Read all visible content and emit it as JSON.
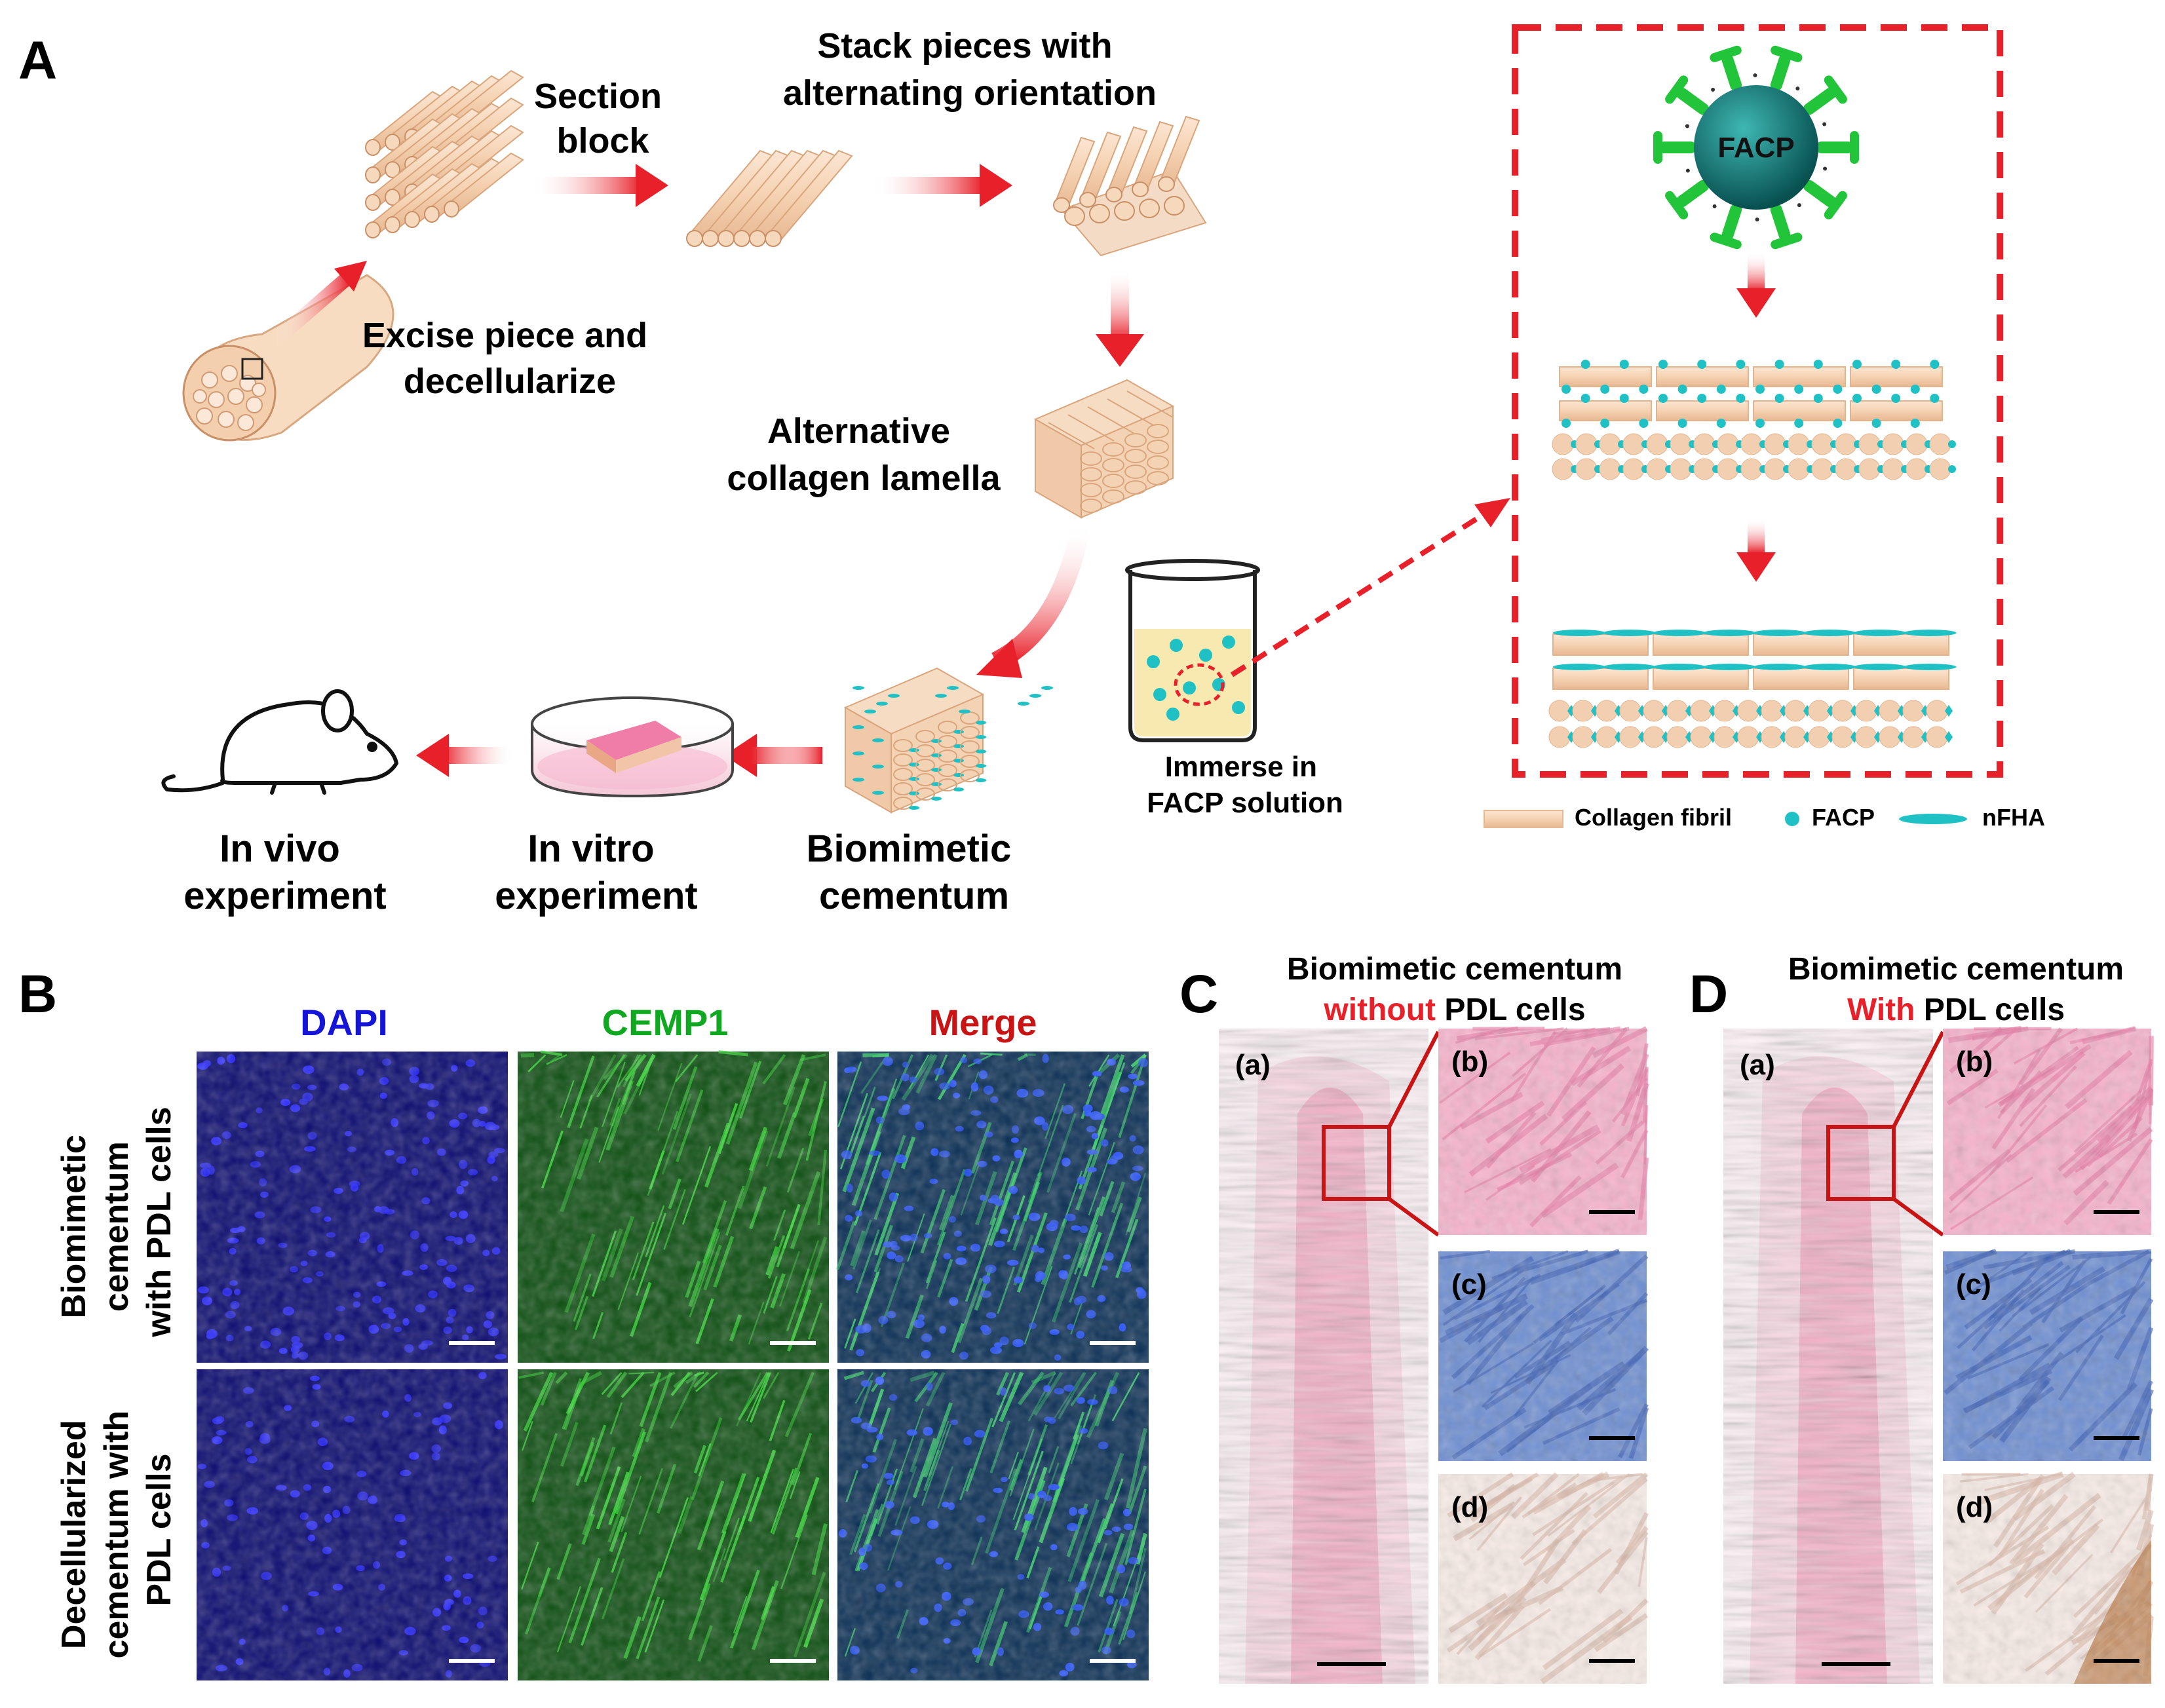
{
  "panelA": {
    "letter": "A",
    "section_block": [
      "Section",
      "block"
    ],
    "stack_pieces": [
      "Stack pieces with",
      "alternating orientation"
    ],
    "excise": [
      "Excise piece and",
      "decellularize"
    ],
    "alt_lamella": [
      "Alternative",
      "collagen lamella"
    ],
    "immerse": [
      "Immerse in",
      "FACP solution"
    ],
    "biomimetic": [
      "Biomimetic",
      "cementum"
    ],
    "in_vitro": [
      "In vitro",
      "experiment"
    ],
    "in_vivo": [
      "In vivo",
      "experiment"
    ],
    "facp_core": "FACP",
    "legend": {
      "collagen": "Collagen fibril",
      "facp": "FACP",
      "nfha": "nFHA"
    }
  },
  "panelB": {
    "letter": "B",
    "col_headers": [
      "DAPI",
      "CEMP1",
      "Merge"
    ],
    "row1_label": [
      "Biomimetic",
      "cementum",
      "with PDL cells"
    ],
    "row2_label": [
      "Decellularized",
      "cementum with",
      "PDL cells"
    ]
  },
  "panelC": {
    "letter": "C",
    "title_line1": "Biomimetic cementum",
    "title_red": "without",
    "title_rest": " PDL cells",
    "sub": [
      "(a)",
      "(b)",
      "(c)",
      "(d)"
    ]
  },
  "panelD": {
    "letter": "D",
    "title_line1": "Biomimetic cementum",
    "title_red": "With",
    "title_rest": " PDL cells",
    "sub": [
      "(a)",
      "(b)",
      "(c)",
      "(d)"
    ]
  },
  "colors": {
    "arrow_red": "#e8202a",
    "dashed_red": "#e8202a",
    "dapi_blue": "#1515d8",
    "cemp1_green": "#10a820",
    "merge_red": "#c81414",
    "collagen": "#f5d5b8",
    "facp_teal": "#1fc1c5",
    "he_pink": "#f3a9c6",
    "masson_blue": "#5d86c8"
  }
}
